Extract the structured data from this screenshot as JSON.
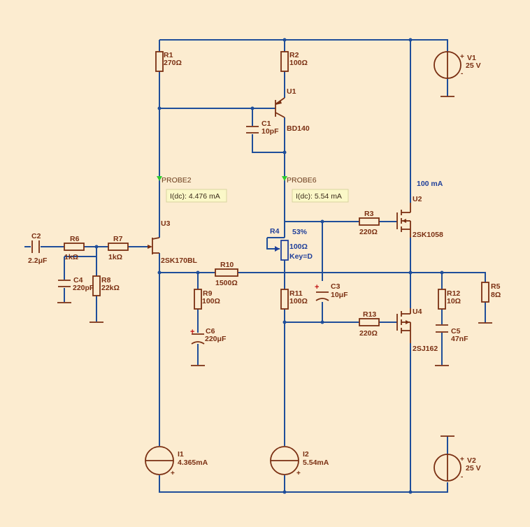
{
  "components": {
    "R1": {
      "ref": "R1",
      "value": "270Ω"
    },
    "R2": {
      "ref": "R2",
      "value": "100Ω"
    },
    "U1": {
      "ref": "U1",
      "part": "BD140"
    },
    "C1": {
      "ref": "C1",
      "value": "10pF"
    },
    "PROBE2": {
      "ref": "PROBE2",
      "reading": "I(dc): 4.476 mA"
    },
    "PROBE6": {
      "ref": "PROBE6",
      "reading": "I(dc): 5.54 mA"
    },
    "U3": {
      "ref": "U3",
      "part": "2SK170BL"
    },
    "C2": {
      "ref": "C2",
      "value": "2.2μF"
    },
    "R6": {
      "ref": "R6",
      "value": "1kΩ"
    },
    "R7": {
      "ref": "R7",
      "value": "1kΩ"
    },
    "C4": {
      "ref": "C4",
      "value": "220pF"
    },
    "R8": {
      "ref": "R8",
      "value": "22kΩ"
    },
    "R4": {
      "ref": "R4",
      "percent": "53%",
      "value": "100Ω",
      "key": "Key=D"
    },
    "R3": {
      "ref": "R3",
      "value": "220Ω"
    },
    "U2": {
      "ref": "U2",
      "part": "2SK1058",
      "current": "100 mA"
    },
    "R10": {
      "ref": "R10",
      "value": "1500Ω"
    },
    "R9": {
      "ref": "R9",
      "value": "100Ω"
    },
    "C6": {
      "ref": "C6",
      "value": "220μF"
    },
    "R11": {
      "ref": "R11",
      "value": "100Ω"
    },
    "C3": {
      "ref": "C3",
      "value": "10μF"
    },
    "R13": {
      "ref": "R13",
      "value": "220Ω"
    },
    "U4": {
      "ref": "U4",
      "part": "2SJ162"
    },
    "R12": {
      "ref": "R12",
      "value": "10Ω"
    },
    "C5": {
      "ref": "C5",
      "value": "47nF"
    },
    "R5": {
      "ref": "R5",
      "value": "8Ω"
    },
    "V1": {
      "ref": "V1",
      "value": "25 V"
    },
    "V2": {
      "ref": "V2",
      "value": "25 V"
    },
    "I1": {
      "ref": "I1",
      "value": "4.365mA"
    },
    "I2": {
      "ref": "I2",
      "value": "5.54mA"
    }
  },
  "symbols": {
    "plus": "+",
    "minus": "-"
  },
  "colors": {
    "background": "#fcecd0",
    "wire": "#1f4e9a",
    "component": "#7a2f12",
    "probe": "#2ecc2e",
    "highlight": "#1f3f9a"
  }
}
